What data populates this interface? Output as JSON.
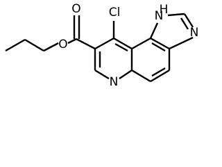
{
  "atoms": {
    "carbonyl_oxygen": "O",
    "ester_oxygen": "O",
    "chlorine": "Cl",
    "nh": "H",
    "nh_n": "N",
    "imidazole_n": "N",
    "pyridine_n": "N"
  }
}
